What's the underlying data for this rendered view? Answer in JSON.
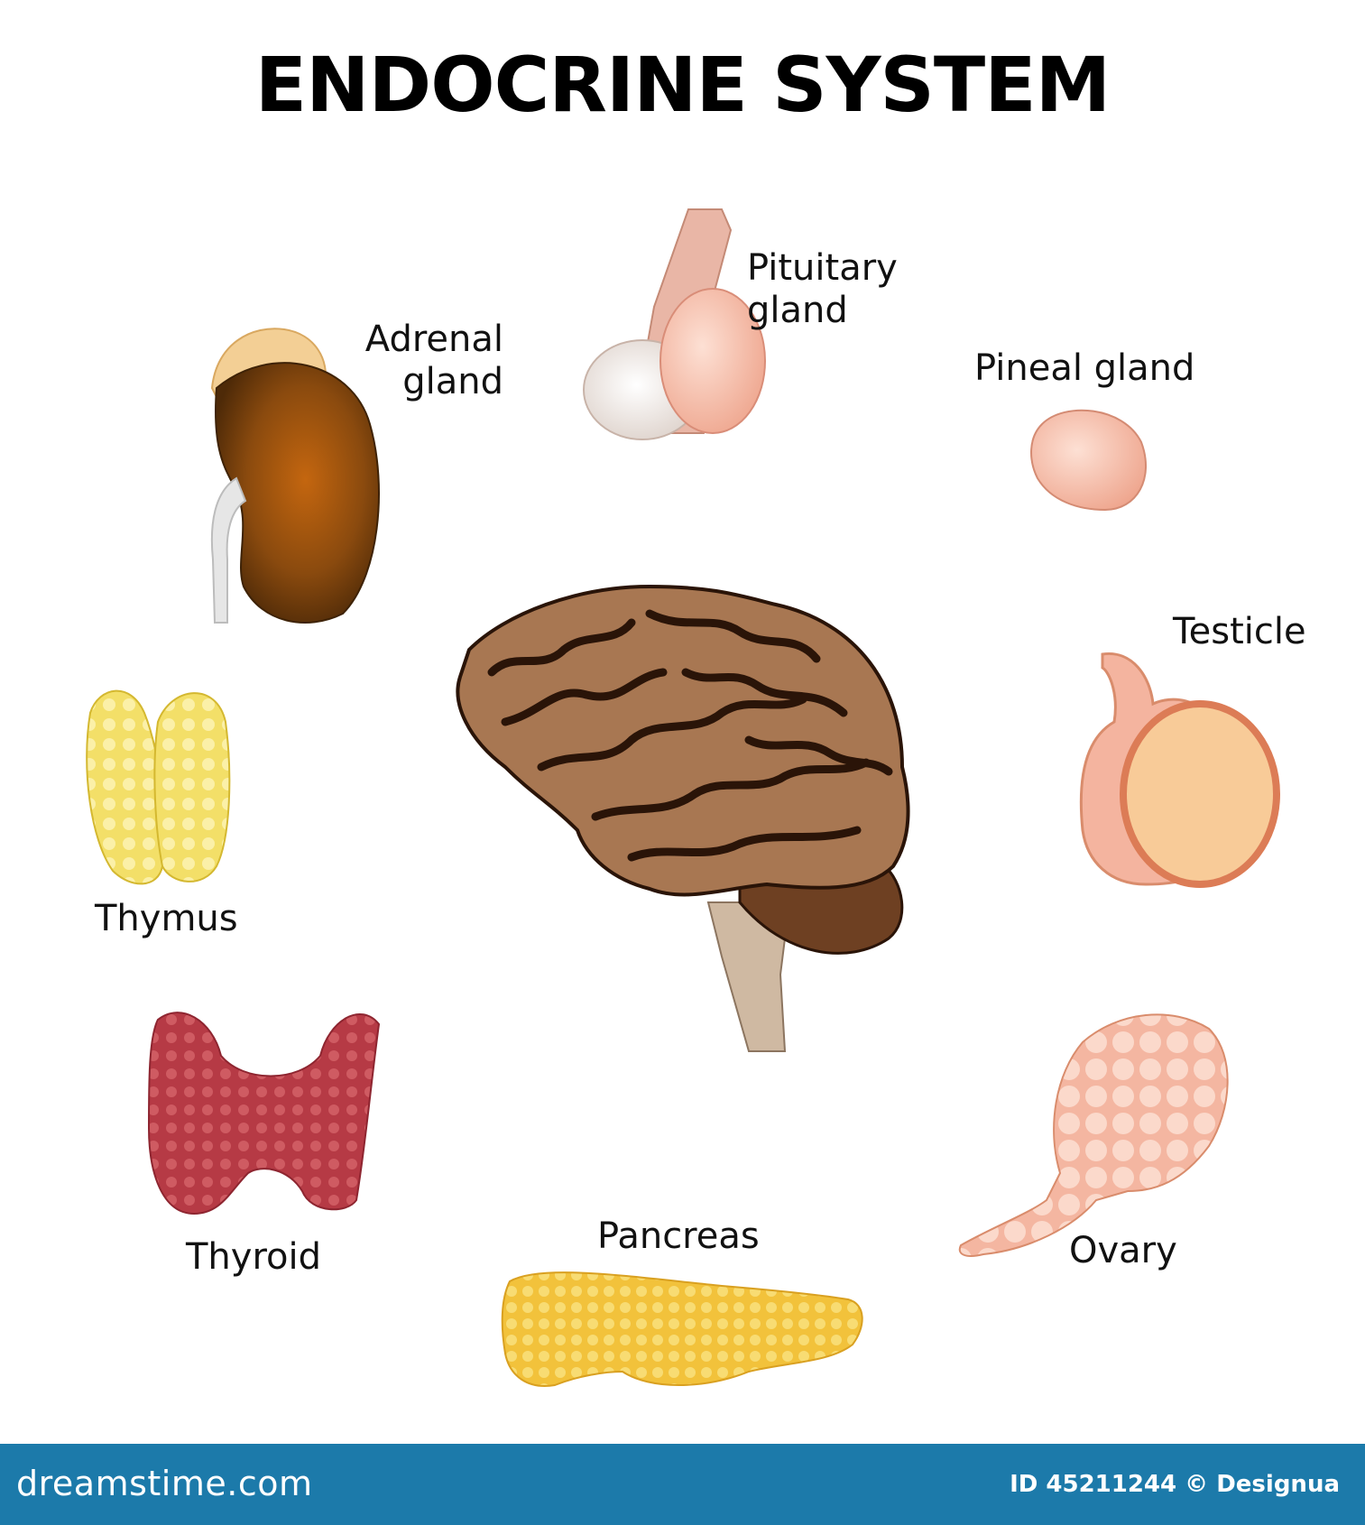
{
  "title": "ENDOCRINE SYSTEM",
  "labels": {
    "pituitary": "Pituitary\ngland",
    "adrenal": "Adrenal\ngland",
    "pineal": "Pineal gland",
    "testicle": "Testicle",
    "thymus": "Thymus",
    "thyroid": "Thyroid",
    "pancreas": "Pancreas",
    "ovary": "Ovary"
  },
  "footer": {
    "brand": "dreamstime.com",
    "credit": "ID 45211244 © Designua"
  },
  "colors": {
    "footer_bg": "#1c7aaa",
    "brain": "#a87752",
    "kidney": "#7a3f0c",
    "thymus": "#f2de6a",
    "thyroid": "#b83a45",
    "pancreas": "#f1c13d",
    "ovary": "#f7c6b3",
    "testicle": "#f6c99a",
    "pineal": "#f1b7a5",
    "pituitary": "#f3b8a6"
  }
}
